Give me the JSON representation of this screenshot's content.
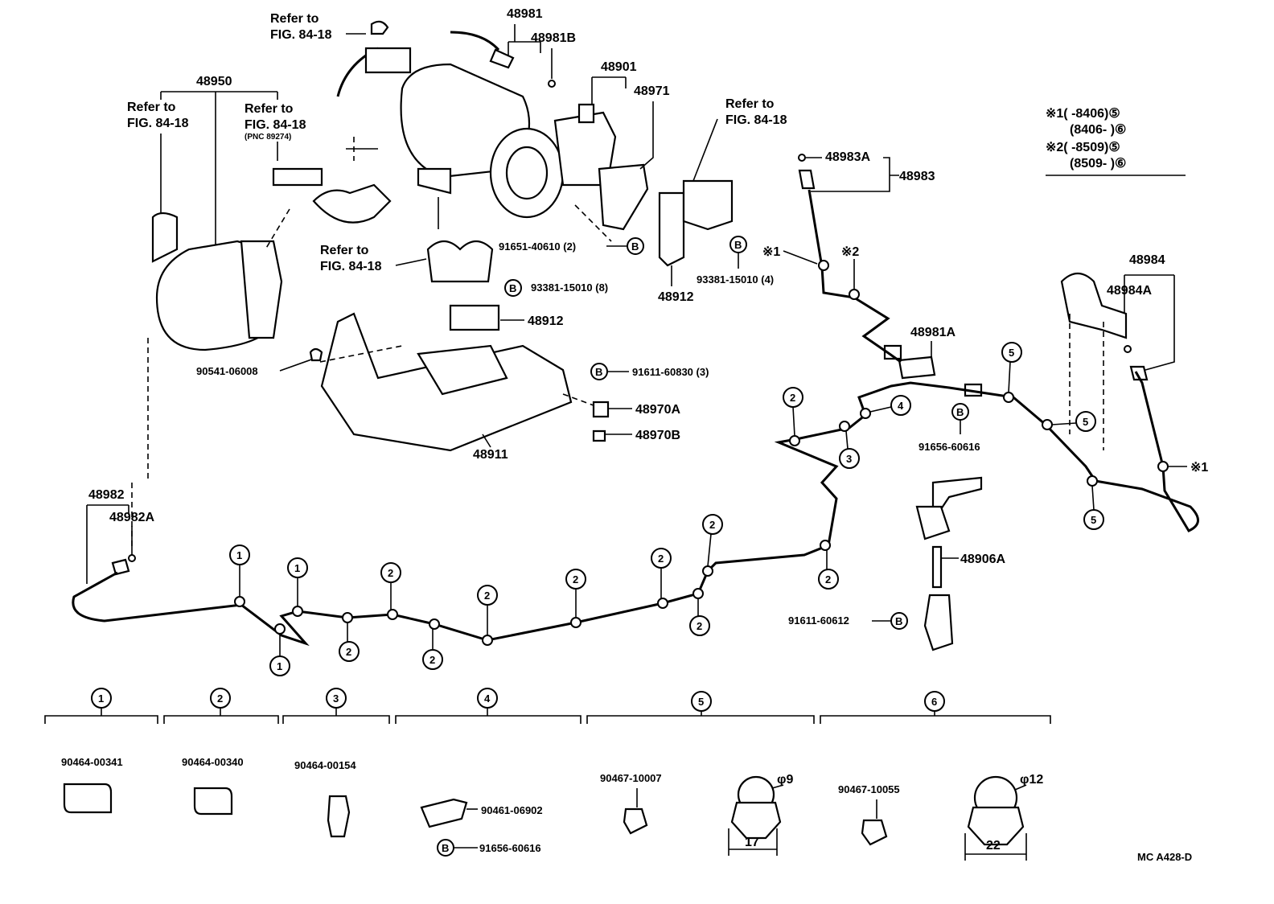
{
  "refer_to": {
    "line1": "Refer to",
    "fig": "FIG. 84-18",
    "pnc": "(PNC 89274)"
  },
  "parts": {
    "p48981": "48981",
    "p48981B": "48981B",
    "p48901": "48901",
    "p48971": "48971",
    "p48950": "48950",
    "p48983A": "48983A",
    "p48983": "48983",
    "p48984": "48984",
    "p48984A": "48984A",
    "p48912": "48912",
    "p48912b": "48912",
    "p48981A": "48981A",
    "p48970A": "48970A",
    "p48970B": "48970B",
    "p48911": "48911",
    "p48982": "48982",
    "p48982A": "48982A",
    "p48906A": "48906A",
    "b91651": "91651-40610 (2)",
    "b93381_4": "93381-15010 (4)",
    "b93381_8": "93381-15010 (8)",
    "b91611_3": "91611-60830 (3)",
    "b91656": "91656-60616",
    "b91611_12": "91611-60612",
    "p90541": "90541-06008"
  },
  "markers": {
    "b": "B",
    "n1": "1",
    "n2": "2",
    "n3": "3",
    "n4": "4",
    "n5": "5",
    "n6": "6"
  },
  "notes": {
    "star1": "※1",
    "star2": "※2",
    "row1": "※1(      -8406)⑤",
    "row2": "(8406-        )⑥",
    "row3": "※2(      -8509)⑤",
    "row4": "(8509-        )⑥"
  },
  "legend": {
    "c1_part": "90464-00341",
    "c2_part": "90464-00340",
    "c3_part": "90464-00154",
    "c4_part": "90461-06902",
    "c4_bolt": "91656-60616",
    "c5_part": "90467-10007",
    "c5_dia": "φ9",
    "c5_width": "17",
    "c6_part": "90467-10055",
    "c6_dia": "φ12",
    "c6_width": "22"
  },
  "code": "MC  A428-D"
}
